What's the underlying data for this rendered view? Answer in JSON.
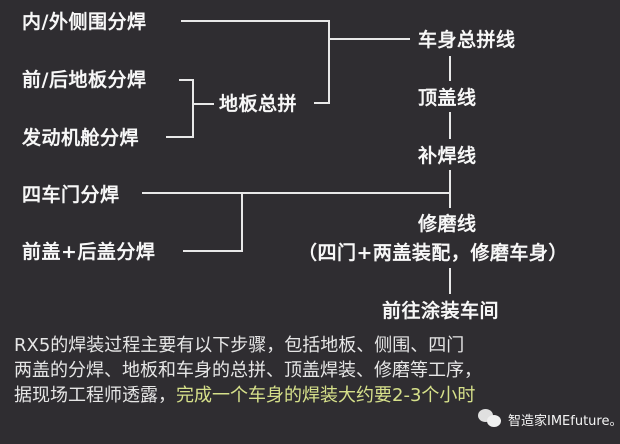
{
  "diagram": {
    "left_nodes": [
      {
        "label": "内/外侧围分焊"
      },
      {
        "label": "前/后地板分焊"
      },
      {
        "label": "发动机舱分焊"
      },
      {
        "label": "四车门分焊"
      },
      {
        "label": "前盖+后盖分焊"
      }
    ],
    "intermediate_node": {
      "label": "地板总拼"
    },
    "main_line": [
      {
        "label": "车身总拼线"
      },
      {
        "label": "顶盖线"
      },
      {
        "label": "补焊线"
      },
      {
        "label": "修磨线"
      },
      {
        "label": "（四门+两盖装配，修磨车身）"
      },
      {
        "label": "前往涂装车间"
      }
    ]
  },
  "caption": {
    "line1": "RX5的焊装过程主要有以下步骤，包括地板、侧围、四门",
    "line2": "两盖的分焊、地板和车身的总拼、顶盖焊装、修磨等工序，",
    "line3_normal": "据现场工程师透露，",
    "line3_highlight": "完成一个车身的焊装大约要2-3个小时"
  },
  "watermark": {
    "icon": "wechat-icon",
    "text": "智造家IMEfuture。"
  },
  "colors": {
    "background": "#2f2d31",
    "text": "#f7f7f7",
    "highlight": "#d6e08a"
  }
}
